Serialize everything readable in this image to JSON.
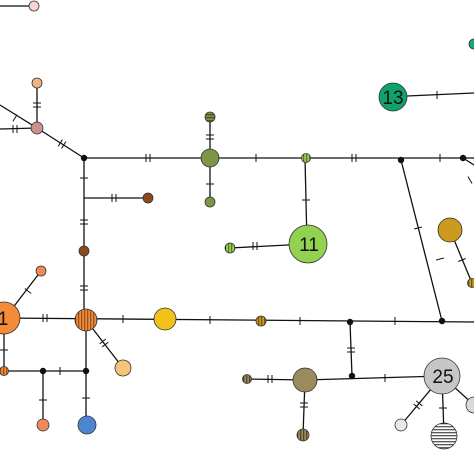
{
  "network": {
    "colors": {
      "edge": "#111111",
      "peach": "#f2b483",
      "mauve": "#c9918e",
      "olive": "#7e9448",
      "green_light": "#92d152",
      "green_dark": "#0ea36b",
      "teal": "#1aa879",
      "brown": "#8b4a1e",
      "ochre": "#cc9a1c",
      "yellow": "#f3c21a",
      "orange": "#f28b3a",
      "khaki": "#9a8a5c",
      "grey": "#c6c6c6",
      "blue": "#4c86d0",
      "salmon": "#f08a5a",
      "light_orange": "#f5c57a"
    },
    "node_labels": {
      "n13": "13",
      "n11": "11",
      "n25": "25",
      "n1": "1"
    }
  }
}
